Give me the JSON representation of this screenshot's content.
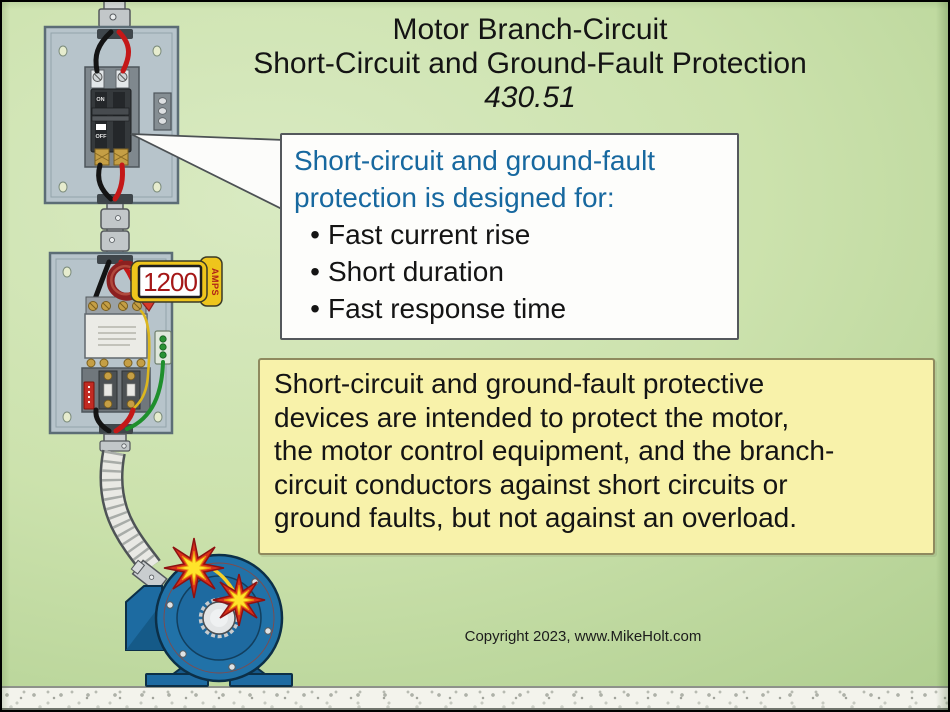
{
  "slide": {
    "title": {
      "line1": "Motor Branch-Circuit",
      "line2": "Short-Circuit and Ground-Fault Protection",
      "line3": "430.51"
    },
    "callout": {
      "heading_line1": "Short-circuit and ground-fault",
      "heading_line2": "protection is designed for:",
      "bullet_char": "•",
      "bullets": [
        "Fast current rise",
        "Short duration",
        "Fast response time"
      ]
    },
    "info_box": {
      "lines": [
        "Short-circuit and ground-fault protective",
        "devices are intended to protect the motor,",
        "the motor control equipment, and the branch-",
        "circuit conductors against short circuits or",
        "ground faults, but not against an overload."
      ]
    },
    "copyright": "Copyright 2023, www.MikeHolt.com"
  },
  "illustration": {
    "ammeter": {
      "value": "1200",
      "unit": "AMPS"
    },
    "breaker": {
      "on_label": "ON",
      "off_label": "OFF"
    }
  },
  "colors": {
    "background_green": "#cce2ad",
    "title_text": "#141414",
    "callout_heading_blue": "#17689f",
    "callout_bg": "#fdfdfb",
    "info_box_yellow": "#f8f2aa",
    "info_box_border": "#8f8a5e",
    "meter_yellow": "#eec51c",
    "meter_digits_red": "#a51717",
    "motor_blue": "#2172a8",
    "wire_black": "#141414",
    "wire_red": "#c41818",
    "wire_green": "#1f8f2d",
    "panel_gray_blue": "#b7c4cb"
  }
}
